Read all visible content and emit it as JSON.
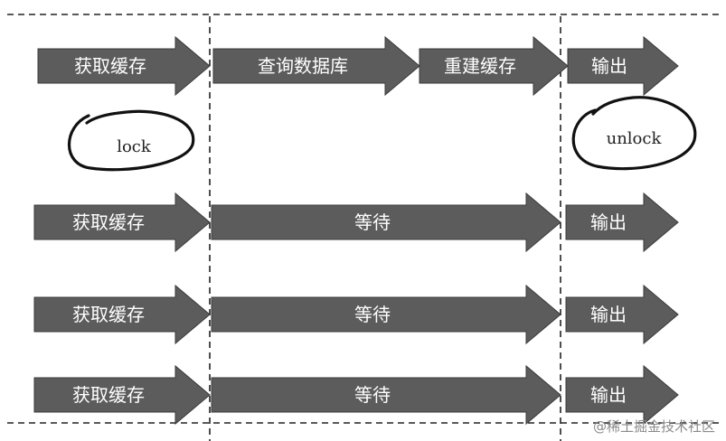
{
  "rows": [
    {
      "steps": [
        {
          "label": "获取缓存"
        },
        {
          "label": "查询数据库"
        },
        {
          "label": "重建缓存"
        },
        {
          "label": "输出"
        }
      ]
    },
    {
      "steps": [
        {
          "label": "获取缓存"
        },
        {
          "label": "等待"
        },
        {
          "label": "输出"
        }
      ]
    },
    {
      "steps": [
        {
          "label": "获取缓存"
        },
        {
          "label": "等待"
        },
        {
          "label": "输出"
        }
      ]
    },
    {
      "steps": [
        {
          "label": "获取缓存"
        },
        {
          "label": "等待"
        },
        {
          "label": "输出"
        }
      ]
    }
  ],
  "annotations": {
    "lock": "lock",
    "unlock": "unlock"
  },
  "watermark": "@稀土掘金技术社区",
  "colors": {
    "arrow_fill": "#5c5c5c",
    "arrow_text": "#ffffff",
    "line": "#222222"
  }
}
